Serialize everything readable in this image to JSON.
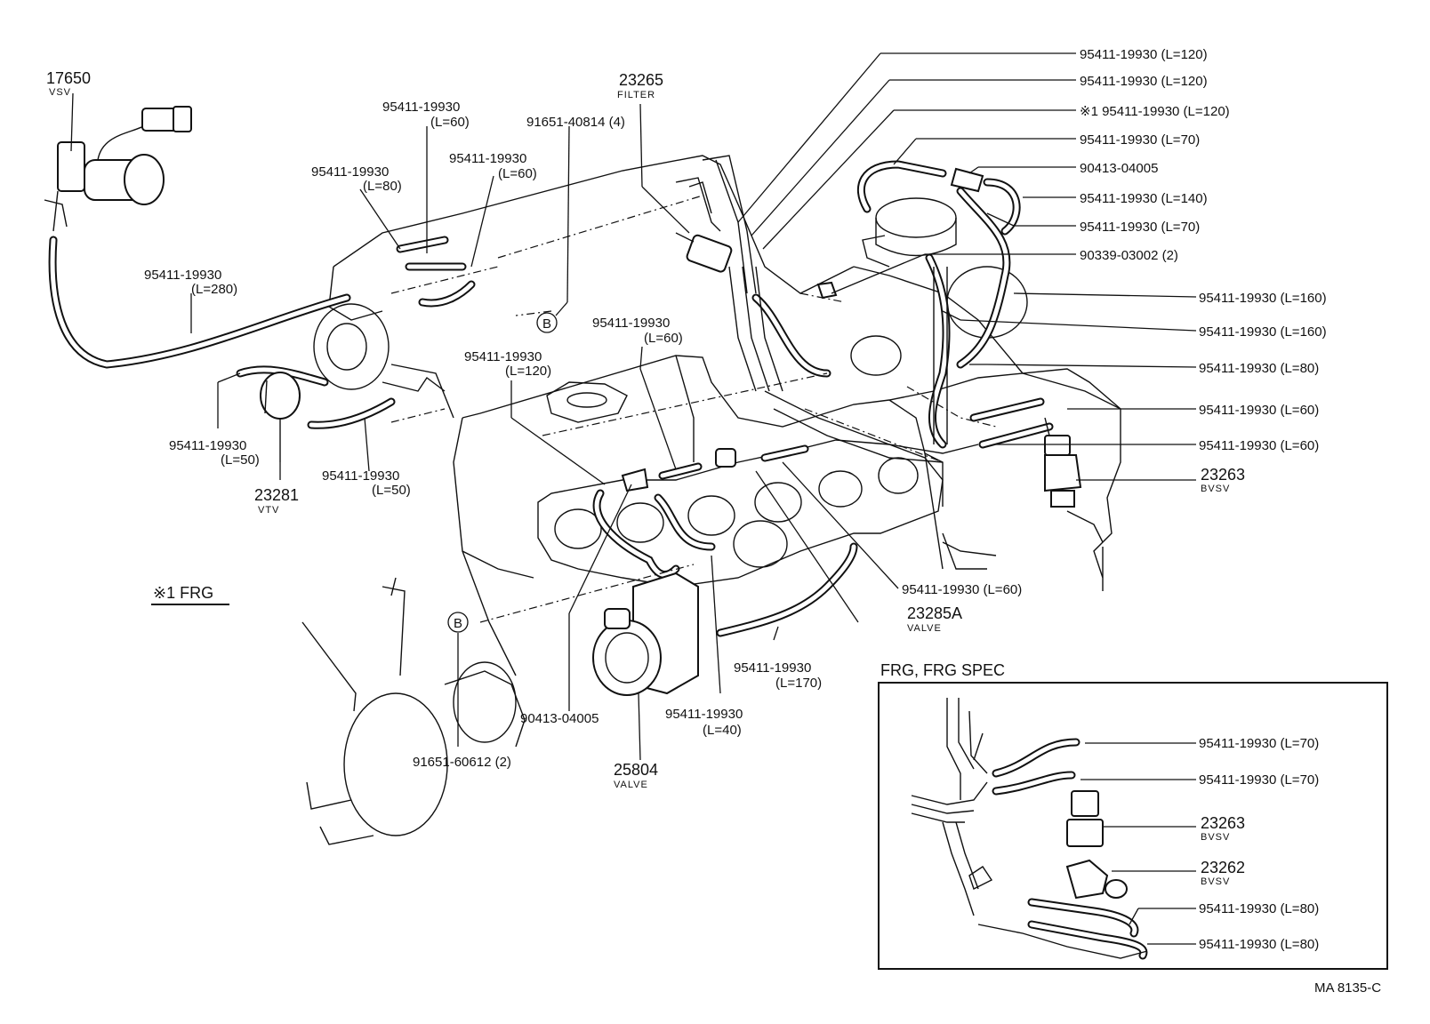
{
  "diagram": {
    "code": "MA 8135-C",
    "note_frg": "※1 FRG",
    "marker_b": "B",
    "inset_title": "FRG, FRG SPEC"
  },
  "parts": {
    "p17650": {
      "num": "17650",
      "name": "VSV"
    },
    "p23265": {
      "num": "23265",
      "name": "FILTER"
    },
    "p23281": {
      "num": "23281",
      "name": "VTV"
    },
    "p23263": {
      "num": "23263",
      "name": "BVSV"
    },
    "p23285a": {
      "num": "23285A",
      "name": "VALVE"
    },
    "p25804": {
      "num": "25804",
      "name": "VALVE"
    },
    "inset_23263": {
      "num": "23263",
      "name": "BVSV"
    },
    "inset_23262": {
      "num": "23262",
      "name": "BVSV"
    }
  },
  "callouts": {
    "c_l60_a": {
      "num": "95411-19930",
      "len": "(L=60)"
    },
    "c_l60_b": {
      "num": "95411-19930",
      "len": "(L=60)"
    },
    "c_l80_left": {
      "num": "95411-19930",
      "len": "(L=80)"
    },
    "c_l280": {
      "num": "95411-19930",
      "len": "(L=280)"
    },
    "c_l50_a": {
      "num": "95411-19930",
      "len": "(L=50)"
    },
    "c_l50_b": {
      "num": "95411-19930",
      "len": "(L=50)"
    },
    "c_l120_mid": {
      "num": "95411-19930",
      "len": "(L=120)"
    },
    "c_l60_mid": {
      "num": "95411-19930",
      "len": "(L=60)"
    },
    "c_l170": {
      "num": "95411-19930",
      "len": "(L=170)"
    },
    "c_l40": {
      "num": "95411-19930",
      "len": "(L=40)"
    },
    "bolt_91651_40814": "91651-40814 (4)",
    "bolt_91651_60612": "91651-60612 (2)",
    "tee_90413_bottom": "90413-04005"
  },
  "right_labels": [
    "95411-19930 (L=120)",
    "95411-19930 (L=120)",
    "※1 95411-19930 (L=120)",
    "95411-19930 (L=70)",
    "90413-04005",
    "95411-19930 (L=140)",
    "95411-19930 (L=70)",
    "90339-03002 (2)",
    "95411-19930 (L=160)",
    "95411-19930 (L=160)",
    "95411-19930 (L=80)",
    "95411-19930 (L=60)",
    "95411-19930 (L=60)",
    "95411-19930 (L=60)"
  ],
  "inset_labels": [
    "95411-19930 (L=70)",
    "95411-19930 (L=70)",
    "95411-19930 (L=80)",
    "95411-19930 (L=80)"
  ]
}
